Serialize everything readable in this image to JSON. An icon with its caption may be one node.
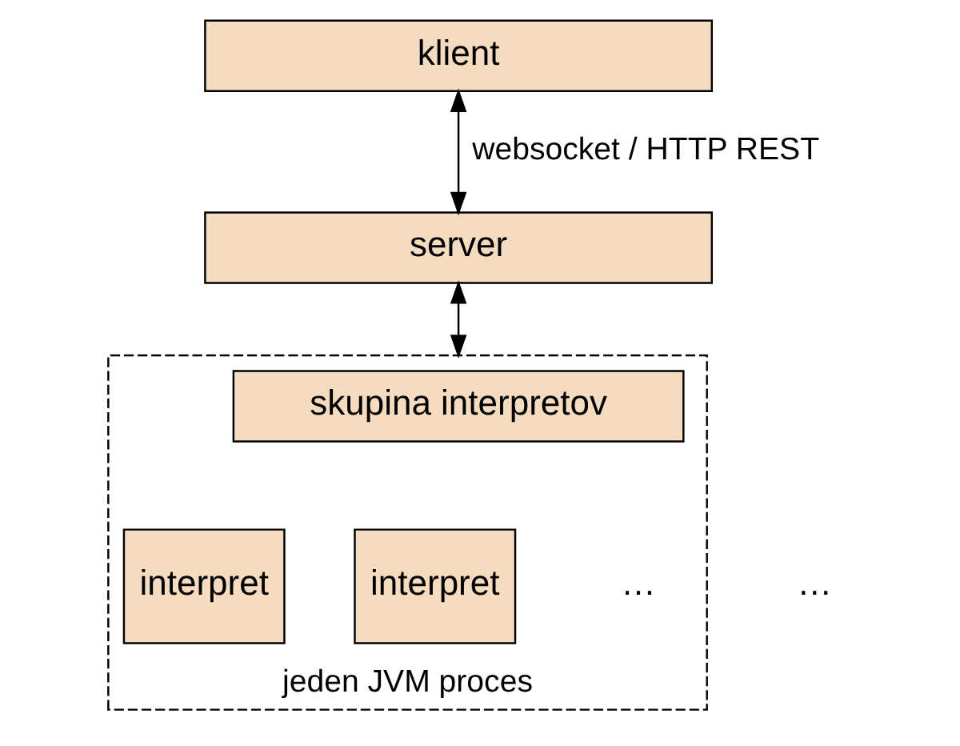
{
  "diagram": {
    "nodes": [
      {
        "text": [
          "klient"
        ]
      },
      {
        "text": [
          "server"
        ]
      },
      {
        "text": [
          "jeden JVM proces"
        ]
      },
      {
        "text": [
          "skupina interpretov"
        ],
        "in": 2
      },
      {
        "text": [
          "interpret"
        ],
        "in": 2
      },
      {
        "text": [
          "interpret"
        ],
        "in": 2
      }
    ],
    "edges": [
      {
        "from": 0,
        "to": 1,
        "arrow": "both",
        "label": "websocket / HTTP REST"
      },
      {
        "from": 1,
        "to": 2,
        "arrow": "both"
      }
    ],
    "labels": [
      "…",
      "…"
    ]
  }
}
